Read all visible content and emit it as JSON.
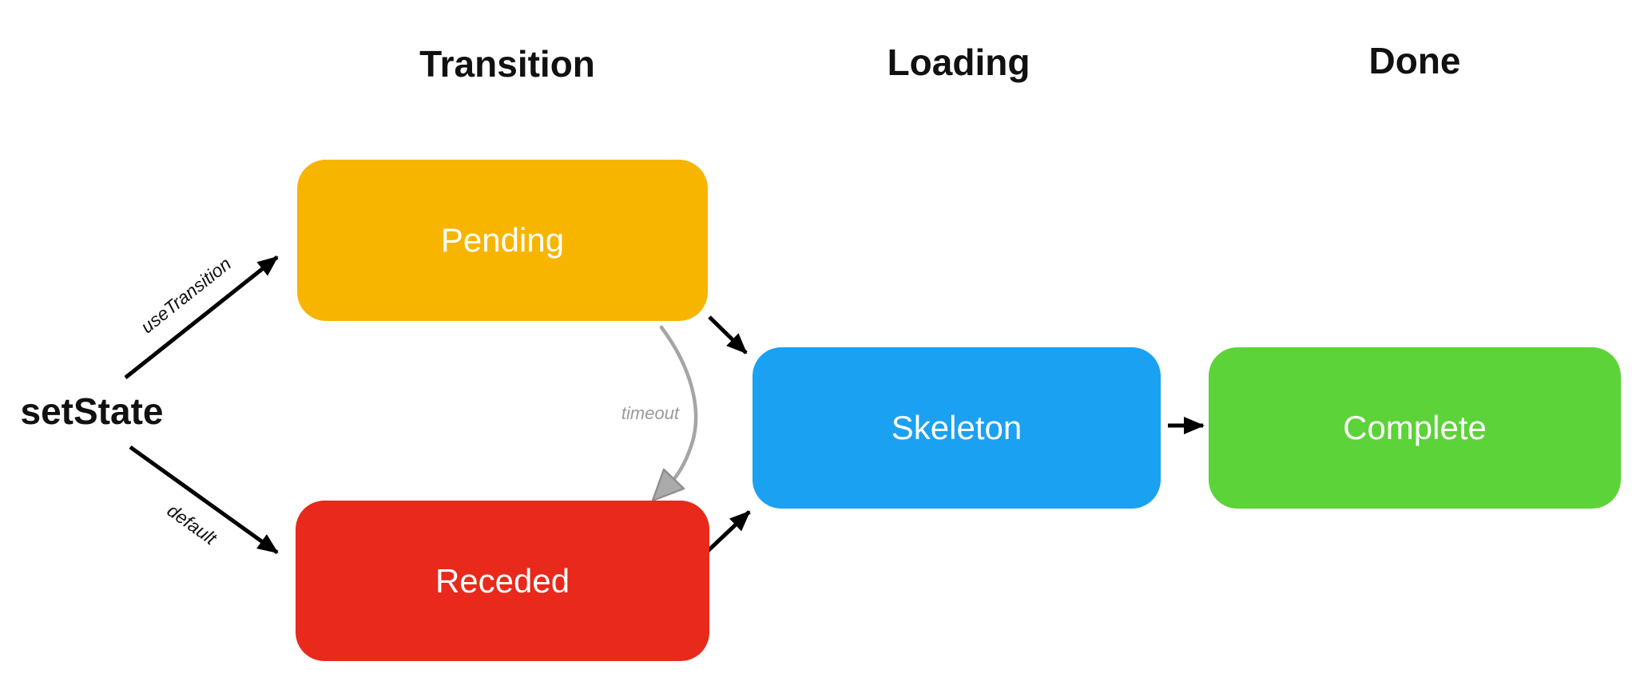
{
  "diagram": {
    "columns": [
      {
        "label": "Transition"
      },
      {
        "label": "Loading"
      },
      {
        "label": "Done"
      }
    ],
    "source": {
      "label": "setState"
    },
    "nodes": [
      {
        "id": "pending",
        "label": "Pending",
        "color": "#F7B500",
        "column": "Transition"
      },
      {
        "id": "receded",
        "label": "Receded",
        "color": "#E8291C",
        "column": "Transition"
      },
      {
        "id": "skeleton",
        "label": "Skeleton",
        "color": "#1BA1F2",
        "column": "Loading"
      },
      {
        "id": "complete",
        "label": "Complete",
        "color": "#5CD338",
        "column": "Done"
      }
    ],
    "edges": [
      {
        "from": "setState",
        "to": "Pending",
        "label": "useTransition",
        "style": "solid-black"
      },
      {
        "from": "setState",
        "to": "Receded",
        "label": "default",
        "style": "solid-black"
      },
      {
        "from": "Pending",
        "to": "Skeleton",
        "label": "",
        "style": "solid-black"
      },
      {
        "from": "Pending",
        "to": "Receded",
        "label": "timeout",
        "style": "sketchy-gray-curve"
      },
      {
        "from": "Receded",
        "to": "Skeleton",
        "label": "",
        "style": "solid-black"
      },
      {
        "from": "Skeleton",
        "to": "Complete",
        "label": "",
        "style": "solid-black"
      }
    ],
    "colors": {
      "background": "#FFFFFF",
      "node_text": "#FFFFFF",
      "header_text": "#111111",
      "arrow_black": "#000000",
      "timeout_arrow_gray": "#A5A5A5",
      "timeout_label_gray": "#9B9B9B"
    }
  }
}
